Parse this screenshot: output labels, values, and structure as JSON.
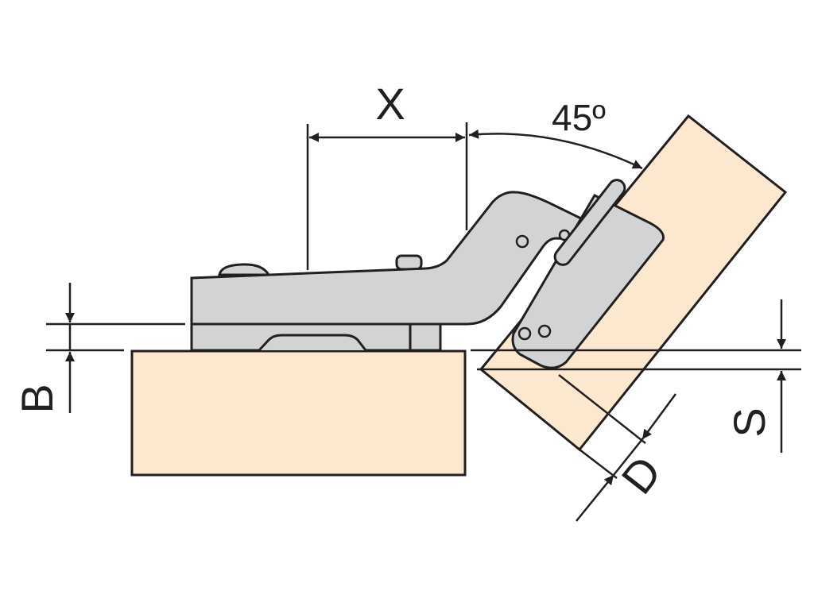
{
  "colors": {
    "wood": "#fce8cf",
    "metal": "#d2d3d5",
    "stroke": "#231f20",
    "background": "#ffffff"
  },
  "labels": {
    "x": "X",
    "angle": "45º",
    "b": "B",
    "s": "S",
    "d": "D"
  }
}
